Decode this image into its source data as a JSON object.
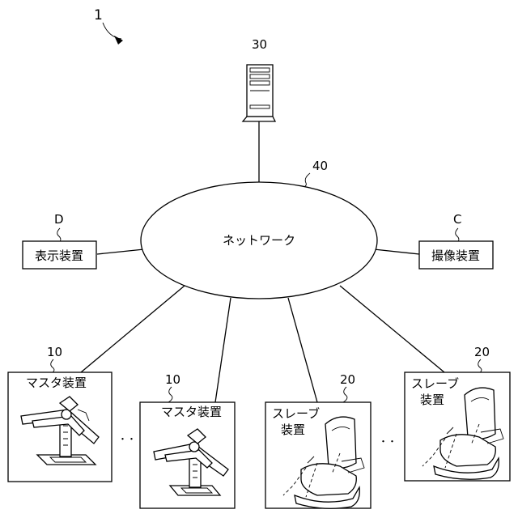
{
  "system": {
    "ref": "1"
  },
  "server": {
    "ref": "30"
  },
  "network": {
    "ref": "40",
    "label": "ネットワーク"
  },
  "display": {
    "ref": "D",
    "label": "表示装置"
  },
  "camera": {
    "ref": "C",
    "label": "撮像装置"
  },
  "master_devices": [
    {
      "ref": "10",
      "label": "マスタ装置"
    },
    {
      "ref": "10",
      "label": "マスタ装置"
    }
  ],
  "slave_devices": [
    {
      "ref": "20",
      "label_line1": "スレーブ",
      "label_line2": "装置"
    },
    {
      "ref": "20",
      "label_line1": "スレーブ",
      "label_line2": "装置"
    }
  ],
  "ellipsis": "・・"
}
